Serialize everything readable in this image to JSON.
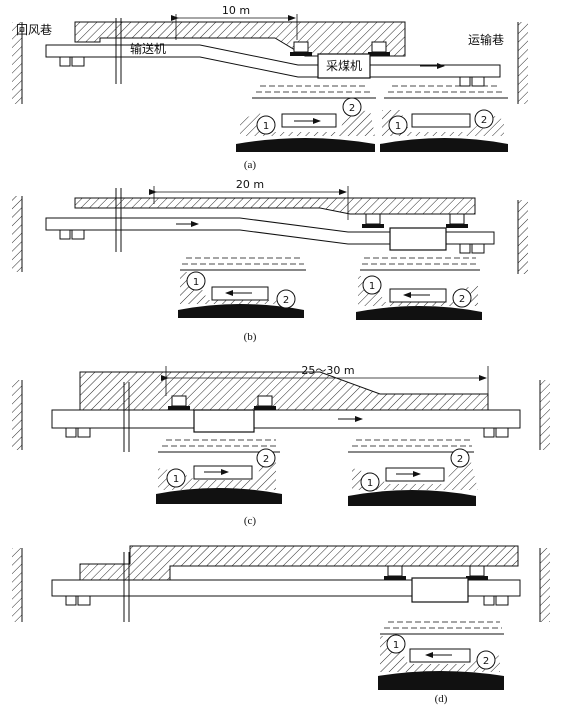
{
  "labels": {
    "return_airway": "回风巷",
    "conveyor": "输送机",
    "shearer": "采煤机",
    "haulage_roadway": "运输巷"
  },
  "panels": [
    {
      "caption": "(a)",
      "dimension": "10 m"
    },
    {
      "caption": "(b)",
      "dimension": "20 m"
    },
    {
      "caption": "(c)",
      "dimension": "25～30 m"
    },
    {
      "caption": "(d)"
    }
  ],
  "drum_labels": {
    "front": "1",
    "rear": "2"
  }
}
